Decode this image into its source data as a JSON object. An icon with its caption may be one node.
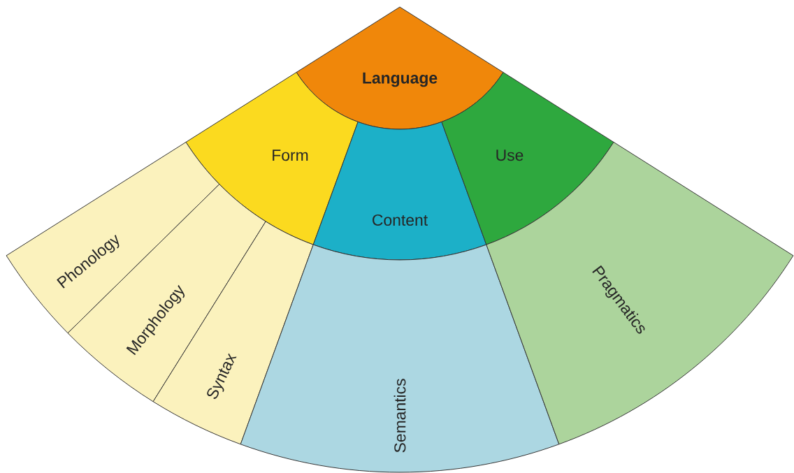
{
  "diagram": {
    "nodes": [
      {
        "text": [
          "Language"
        ]
      },
      {
        "text": [
          "Form"
        ]
      },
      {
        "text": [
          "Content"
        ]
      },
      {
        "text": [
          "Use"
        ]
      },
      {
        "text": [
          "Phonology"
        ]
      },
      {
        "text": [
          "Morphology"
        ]
      },
      {
        "text": [
          "Syntax"
        ]
      },
      {
        "text": [
          "Semantics"
        ]
      },
      {
        "text": [
          "Pragmatics"
        ]
      }
    ]
  }
}
